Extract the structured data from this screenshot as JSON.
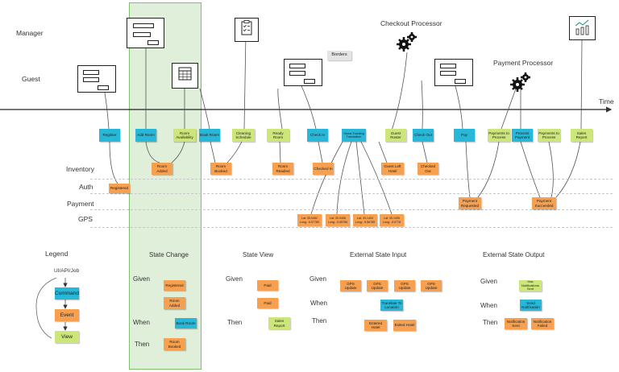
{
  "lanes": {
    "manager": "Manager",
    "guest": "Guest",
    "checkout_processor": "Checkout Processor",
    "payment_processor": "Payment Processor",
    "time": "Time",
    "inventory": "Inventory",
    "auth": "Auth",
    "payment": "Payment",
    "gps": "GPS"
  },
  "borders_tag": "Borders",
  "commands": [
    "Register",
    "Add Room",
    "Book Room",
    "Check In",
    "Check Out",
    "Pay",
    "Process Payment"
  ],
  "views": [
    "Room Availability",
    "Cleaning Schedule",
    "Ready Room",
    "Payments to Process",
    "Payments to Process",
    "Sales Report"
  ],
  "gps_translation": "Guest Tracking Translation",
  "guest_roster": "Guest Roster",
  "events": {
    "registered": "Registered",
    "room_added": "Room Added",
    "room_booked": "Room Booked",
    "room_readied": "Room Readied",
    "checked_in": "Checked In",
    "guest_left_hotel": "Guest Left Hotel",
    "checked_out": "Checked Out",
    "payment_requested": "Payment Requested",
    "payment_succeeded": "Payment Succeeded"
  },
  "gps_points": [
    "Lat: 35.0452 Long: -9.57780",
    "Lat: 30.0406 Long: -9.55785",
    "Lat: 30.1404 Long: -9.56785",
    "Lat: 35.1406 Long: -9.5778"
  ],
  "legend": {
    "title": "Legend",
    "ui": "UI/API/Job",
    "command": "Command",
    "event": "Event",
    "view": "View"
  },
  "state_change": {
    "title": "State Change",
    "given": "Given",
    "when": "When",
    "then": "Then",
    "given_items": [
      "Registered",
      "Room Added"
    ],
    "when_item": "Book Room",
    "then_item": "Room Booked"
  },
  "state_view": {
    "title": "State View",
    "given": "Given",
    "then": "Then",
    "given_items": [
      "Paid",
      "Paid"
    ],
    "then_item": "Sales Report"
  },
  "external_input": {
    "title": "External State Input",
    "given": "Given",
    "when": "When",
    "then": "Then",
    "given_items": [
      "GPS Update",
      "GPS Update",
      "GPS Update",
      "GPS Update"
    ],
    "when_item": "Translate To Location",
    "then_items": [
      "Entered Hotel",
      "Exited Hotel"
    ]
  },
  "external_output": {
    "title": "External State Output",
    "given": "Given",
    "when": "When",
    "then": "Then",
    "given_item": "Has Notifications Sent",
    "when_item": "Send Notification",
    "then_items": [
      "Notification Sent",
      "Notification Failed"
    ]
  },
  "colors": {
    "command": "#26b7d9",
    "event": "#f6a050",
    "view": "#cde67a",
    "highlight": "#b8dcaa"
  }
}
